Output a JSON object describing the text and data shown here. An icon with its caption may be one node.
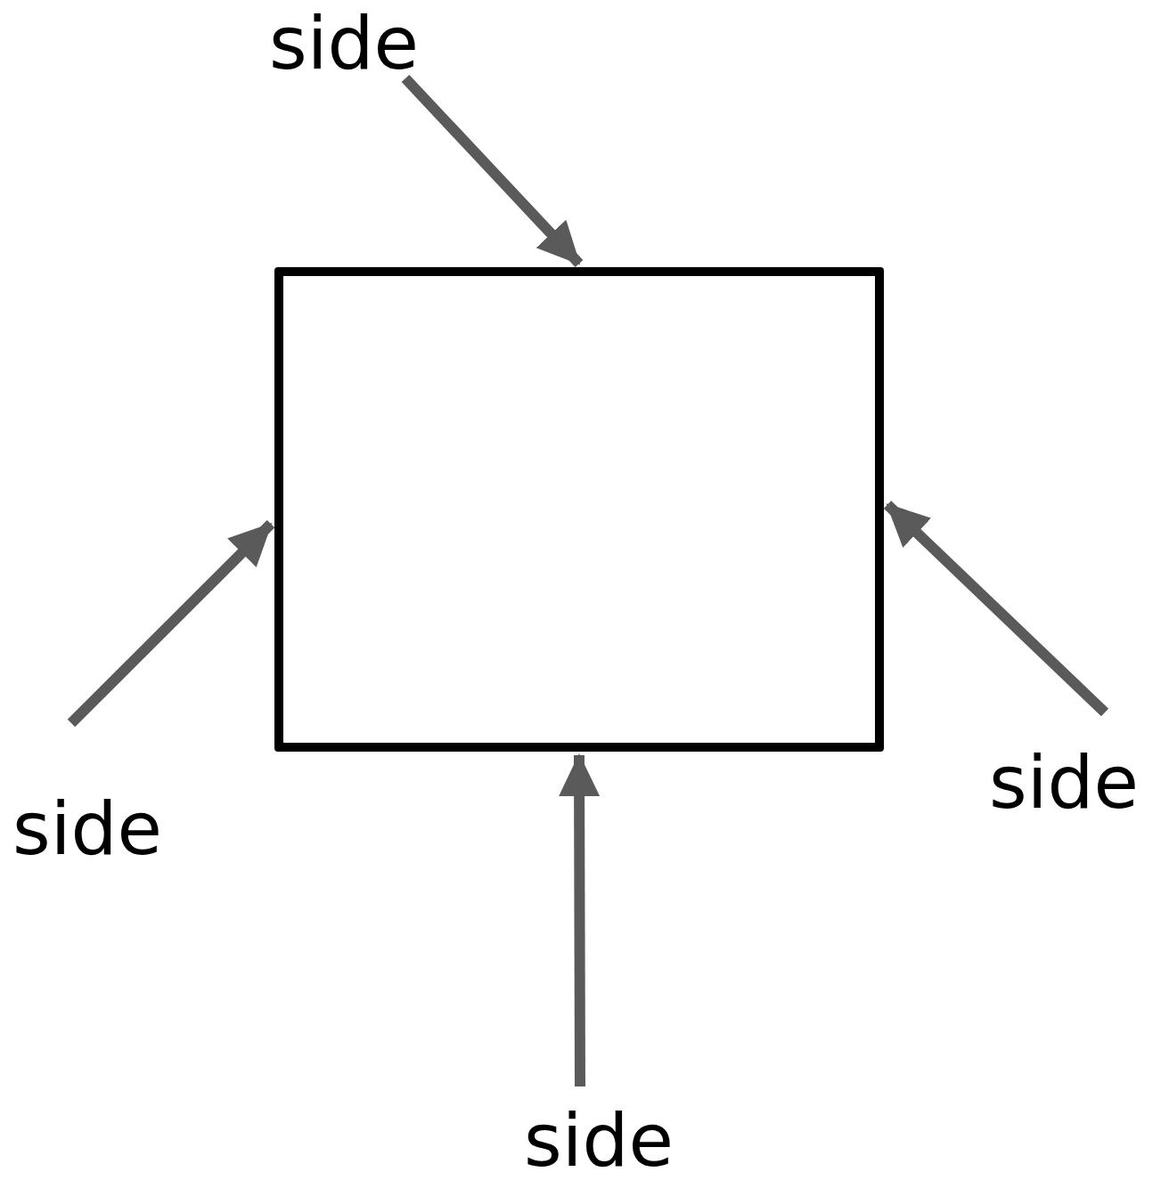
{
  "diagram": {
    "nodes": [
      {
        "text": [
          "side"
        ]
      },
      {
        "text": [],
        "shape": "box"
      },
      {
        "text": [
          "side"
        ]
      },
      {
        "text": [
          "side"
        ]
      },
      {
        "text": [
          "side"
        ]
      }
    ],
    "edges": [
      {
        "from": 0,
        "to": 1,
        "arrow": "to"
      },
      {
        "from": 2,
        "to": 1,
        "arrow": "to"
      },
      {
        "from": 3,
        "to": 1,
        "arrow": "to"
      },
      {
        "from": 4,
        "to": 1,
        "arrow": "to"
      }
    ]
  }
}
